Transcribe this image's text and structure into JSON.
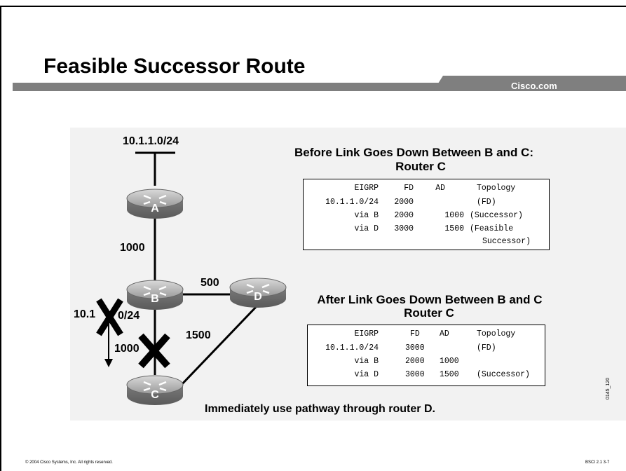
{
  "slide": {
    "title": "Feasible Successor Route",
    "brand": "Cisco.com",
    "footer_left": "© 2004 Cisco Systems, Inc. All rights reserved.",
    "footer_right": "BSCI 2.1   3-7",
    "side_code": "0145_120"
  },
  "topology": {
    "network": "10.1.1.0/24",
    "routers": {
      "a": "A",
      "b": "B",
      "c": "C",
      "d": "D"
    },
    "links": {
      "a_b": "1000",
      "b_d": "500",
      "b_c": "1000",
      "d_c": "1500"
    },
    "failed_route_label": "10.1",
    "failed_route_label_tail": "0/24"
  },
  "before": {
    "heading_line1": "Before Link Goes Down Between B and C:",
    "heading_line2": "Router C",
    "headers": {
      "eigrp": "EIGRP",
      "fd": "FD",
      "ad": "AD",
      "topology": "Topology"
    },
    "rows": [
      {
        "eigrp": "10.1.1.0/24",
        "fd": "2000",
        "ad": "",
        "topology": "(FD)"
      },
      {
        "eigrp": "via B",
        "fd": "2000",
        "ad": "1000",
        "topology": "(Successor)"
      },
      {
        "eigrp": "via D",
        "fd": "3000",
        "ad": "1500",
        "topology": "(Feasible"
      },
      {
        "eigrp": "",
        "fd": "",
        "ad": "",
        "topology": "Successor)"
      }
    ]
  },
  "after": {
    "heading_line1": "After Link Goes Down Between B and C",
    "heading_line2": "Router C",
    "headers": {
      "eigrp": "EIGRP",
      "fd": "FD",
      "ad": "AD",
      "topology": "Topology"
    },
    "rows": [
      {
        "eigrp": "10.1.1.0/24",
        "fd": "3000",
        "ad": "",
        "topology": "(FD)"
      },
      {
        "eigrp": "via B",
        "fd": "2000",
        "ad": "1000",
        "topology": ""
      },
      {
        "eigrp": "via D",
        "fd": "3000",
        "ad": "1500",
        "topology": "(Successor)"
      }
    ]
  },
  "caption": "Immediately use pathway through router D."
}
